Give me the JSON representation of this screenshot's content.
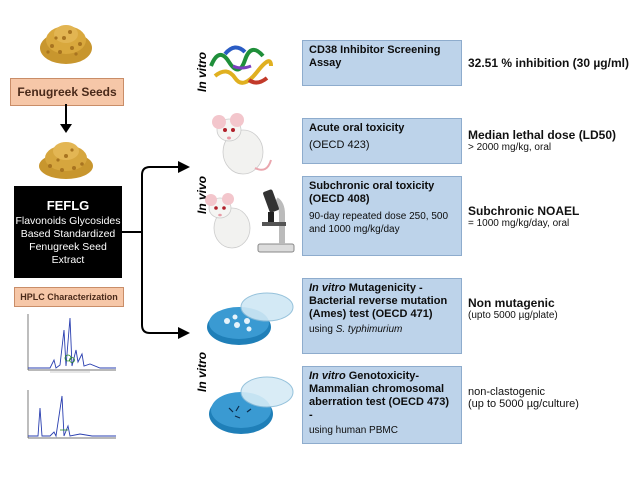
{
  "left": {
    "seeds_label": "Fenugreek Seeds",
    "extract_title": "FEFLG",
    "extract_lines": [
      "Flavonoids Glycosides",
      "Based Standardized",
      "Fenugreek Seed",
      "Extract"
    ],
    "hplc_label": "HPLC Characterization"
  },
  "side_labels": {
    "in_vitro_top": "In vitro",
    "in_vivo": "In vivo",
    "in_vitro_bottom": "In vitro"
  },
  "assays": [
    {
      "title": "CD38 Inhibitor Screening Assay",
      "detail": "",
      "result": "32.51 % inhibition (30 µg/ml)",
      "result_sub": ""
    },
    {
      "title": "Acute oral toxicity",
      "detail": "(OECD 423)",
      "result": "Median lethal dose (LD50)",
      "result_sub": "> 2000 mg/kg, oral"
    },
    {
      "title": "Subchronic oral toxicity (OECD 408)",
      "detail": "90-day repeated dose 250, 500 and 1000 mg/kg/day",
      "result": "Subchronic NOAEL",
      "result_sub": "= 1000 mg/kg/day, oral"
    },
    {
      "title_italic": "In vitro",
      "title": " Mutagenicity - Bacterial reverse mutation (Ames) test (OECD 471)",
      "detail_prefix": "using ",
      "detail_italic": "S. typhimurium",
      "result": "Non mutagenic",
      "result_sub": "(upto 5000 µg/plate)"
    },
    {
      "title_italic": "In vitro",
      "title": " Genotoxicity- Mammalian chromosomal aberration test (OECD 473) -",
      "detail": "using human PBMC",
      "result": "non-clastogenic",
      "result_sub": "(up to 5000 µg/culture)"
    }
  ]
}
